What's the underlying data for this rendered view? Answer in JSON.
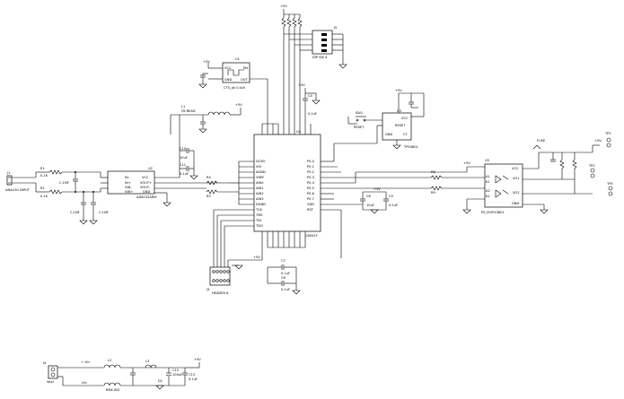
{
  "connectors": {
    "j1": {
      "ref": "J1",
      "label": "ANALOG INPUT"
    },
    "j3": {
      "ref": "J3",
      "label": "HEADER 6"
    },
    "j4": {
      "ref": "J4",
      "label": "Vext"
    },
    "j5": {
      "ref": "J5",
      "label": "DIP SW 4"
    }
  },
  "chips": {
    "adc": {
      "ref": "U2",
      "part": "AD8132ARM",
      "pins": [
        "IN-",
        "IN+",
        "VIN-",
        "VIN+",
        "VCC",
        "VOUT+",
        "VOUT-",
        "GND"
      ]
    },
    "osc": {
      "ref": "U1",
      "part": "CTS_ak 0.0x5",
      "pins": [
        "VCC",
        "GND",
        "EN",
        "OUT"
      ]
    },
    "mcu": {
      "ref": "U4",
      "part": "C8051F",
      "left_pins": [
        "DCXO",
        "VIO",
        "AGND",
        "VREF",
        "AIN0",
        "AIN1",
        "AIN2",
        "AIN3",
        "DGND",
        "TCK",
        "TMS",
        "TDI",
        "TDO"
      ],
      "right_pins": [
        "P0.0",
        "P0.1",
        "P0.2",
        "P0.3",
        "P0.4",
        "P0.5",
        "P0.6",
        "P0.7",
        "VDD",
        "RST"
      ]
    },
    "reset": {
      "ref": "U3",
      "part": "TPS3801",
      "pins": [
        "VCC",
        "RESET",
        "GND",
        "CT"
      ]
    },
    "opto": {
      "ref": "U5",
      "part": "PS_ISOPL3801",
      "pins": [
        "VCC",
        "A1",
        "K1",
        "A2",
        "K2",
        "VO1",
        "VO2",
        "GND"
      ]
    }
  },
  "labels": {
    "vcc": "+5V",
    "vcc_ext": "+5V",
    "r1": "R1",
    "r1v": "0.1K",
    "r2": "R2",
    "r2v": "0.1K",
    "c1": "C1",
    "c1v": "C.1NF",
    "c2": "C2",
    "c2v": "C.1NF",
    "c3": "C3",
    "c3v": "C.1NF",
    "l1": "L1",
    "l1v": "FB BEAD",
    "c10": "C10",
    "c10v": "10uF",
    "c11": "C11",
    "c11v": "0.1uF",
    "r4": "R4",
    "r4v": "1K",
    "r5": "R5",
    "r5v": "1K",
    "r8": "R8",
    "r8v": "1K",
    "r9": "R9",
    "r9v": "1K",
    "c4": "C4",
    "c4v": "0.1uF",
    "c5": "C5",
    "c5v": "10uF",
    "c6": "C6",
    "c6v": "0.1uF",
    "c7": "C7",
    "c7v": "0.1uF",
    "c8": "C8",
    "c8v": "10uF",
    "c9": "C9",
    "c9v": "0.1uF",
    "sw1": "SW1",
    "sw1v": "RESET",
    "tp1": "TP1",
    "tp2": "TP2",
    "tp3": "TP3",
    "tp4": "TP4",
    "fuse": "FUSE",
    "l2": "L2",
    "l3": "L3",
    "c12": "C12",
    "c12v": "100uF",
    "c13": "C13",
    "c13v": "0.1uF",
    "d1": "D1",
    "ferrite": "BNX-002",
    "sig_pos": "+ Vin",
    "sig_neg": "-Vin"
  }
}
